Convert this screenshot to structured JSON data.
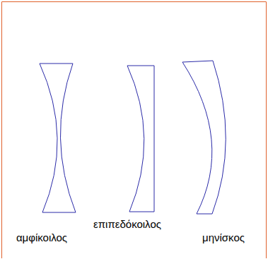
{
  "diagram": {
    "labels": [
      "αμφίκοιλος",
      "επιπεδόκοιλος",
      "μηνίσκος"
    ]
  }
}
